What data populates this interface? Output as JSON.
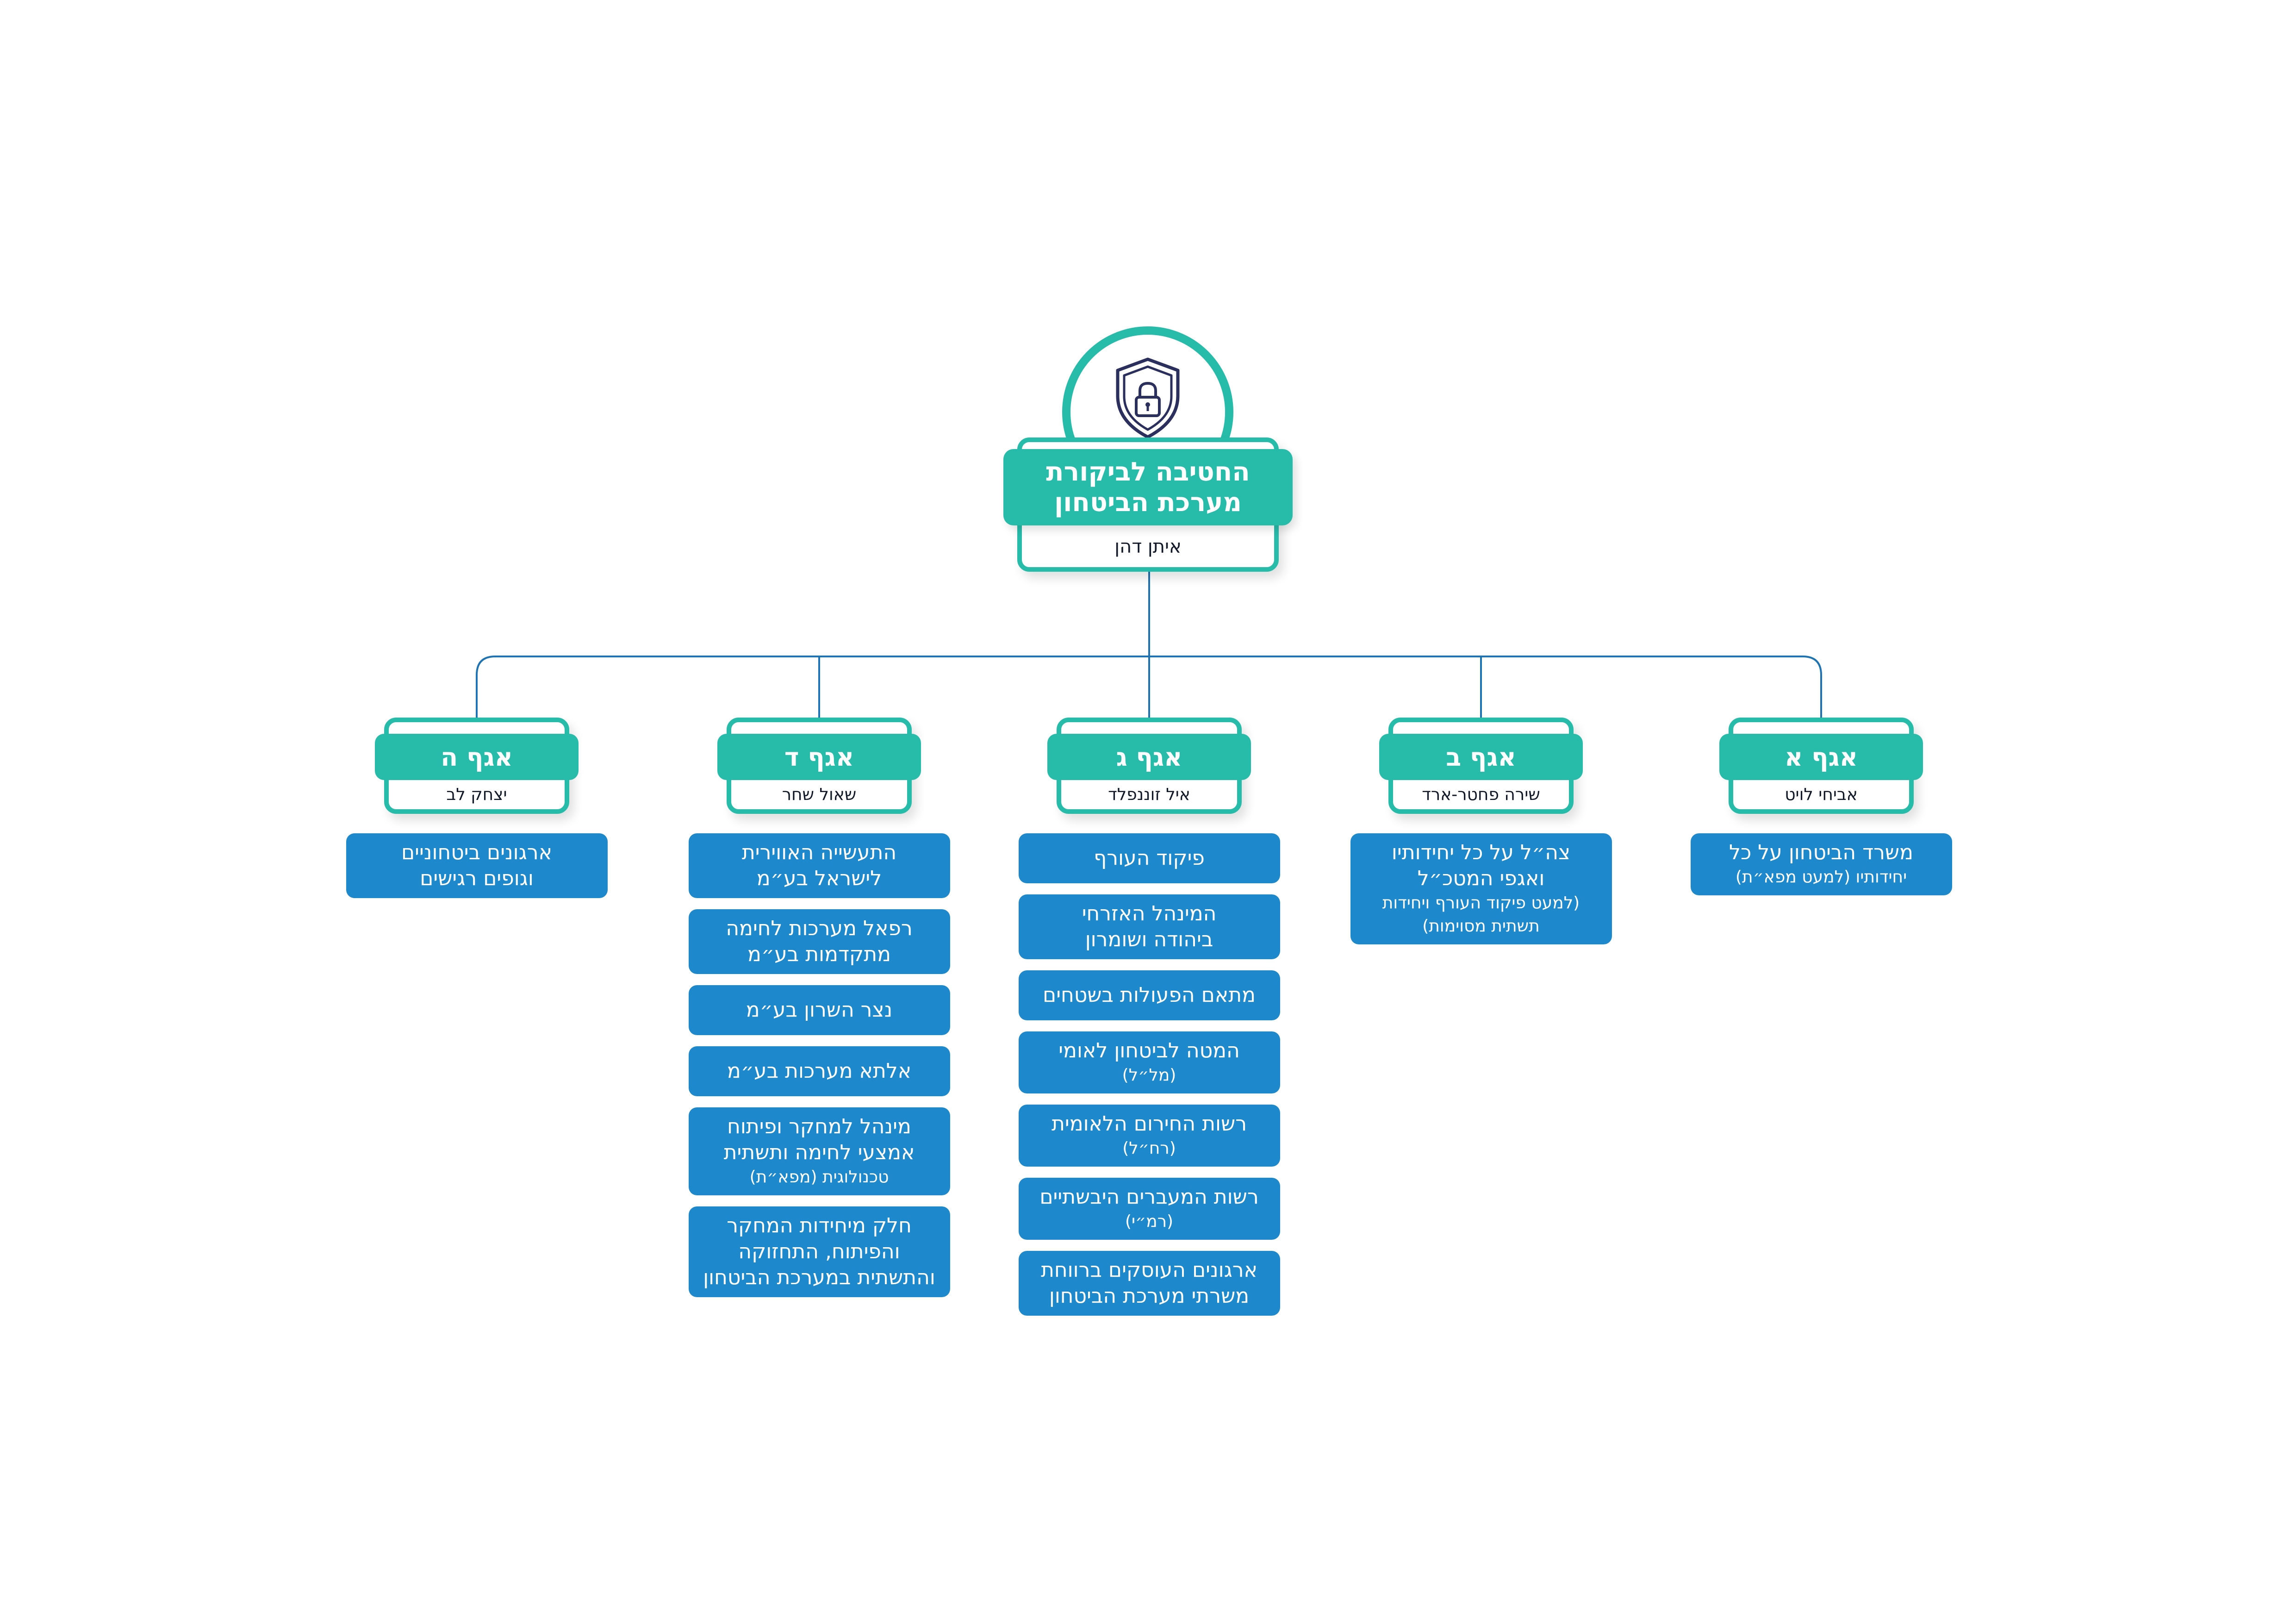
{
  "colors": {
    "teal": "#27bbaa",
    "blue": "#1e88cc",
    "line": "#1e73b3",
    "dark": "#111827"
  },
  "root": {
    "icon": "shield-lock-icon",
    "title_line1": "החטיבה לביקורת",
    "title_line2": "מערכת הביטחון",
    "head": "איתן דהן"
  },
  "departments": [
    {
      "title": "אגף א",
      "head": "אביחי לויט",
      "units": [
        {
          "lines": [
            "משרד הביטחון על כל"
          ],
          "small": "יחידותיו (למעט מפא״ת)"
        }
      ]
    },
    {
      "title": "אגף ב",
      "head": "שירה פחטר-ארד",
      "units": [
        {
          "lines": [
            "צה״ל על כל יחידותיו",
            "ואגפי המטכ״ל"
          ],
          "small": "(למעט פיקוד העורף ויחידות תשתית מסוימות)"
        }
      ]
    },
    {
      "title": "אגף ג",
      "head": "איל זוננפלד",
      "units": [
        {
          "lines": [
            "פיקוד העורף"
          ]
        },
        {
          "lines": [
            "המינהל האזרחי",
            "ביהודה ושומרון"
          ]
        },
        {
          "lines": [
            "מתאם הפעולות בשטחים"
          ]
        },
        {
          "lines": [
            "המטה לביטחון לאומי"
          ],
          "small": "(מל״ל)"
        },
        {
          "lines": [
            "רשות החירום הלאומית"
          ],
          "small": "(רח״ל)"
        },
        {
          "lines": [
            "רשות המעברים היבשתיים"
          ],
          "small": "(רמ״י)"
        },
        {
          "lines": [
            "ארגונים העוסקים ברווחת",
            "משרתי מערכת הביטחון"
          ]
        }
      ]
    },
    {
      "title": "אגף ד",
      "head": "שאול שחר",
      "units": [
        {
          "lines": [
            "התעשייה האווירית",
            "לישראל בע״מ"
          ]
        },
        {
          "lines": [
            "רפאל מערכות לחימה",
            "מתקדמות בע״מ"
          ]
        },
        {
          "lines": [
            "נצר השרון בע״מ"
          ]
        },
        {
          "lines": [
            "אלתא מערכות בע״מ"
          ]
        },
        {
          "lines": [
            "מינהל למחקר ופיתוח",
            "אמצעי לחימה ותשתית"
          ],
          "small": "טכנולוגית (מפא״ת)"
        },
        {
          "lines": [
            "חלק מיחידות המחקר",
            "והפיתוח, התחזוקה",
            "והתשתית במערכת הביטחון"
          ]
        }
      ]
    },
    {
      "title": "אגף ה",
      "head": "יצחק לב",
      "units": [
        {
          "lines": [
            "ארגונים ביטחוניים",
            "וגופים רגישים"
          ]
        }
      ]
    }
  ]
}
